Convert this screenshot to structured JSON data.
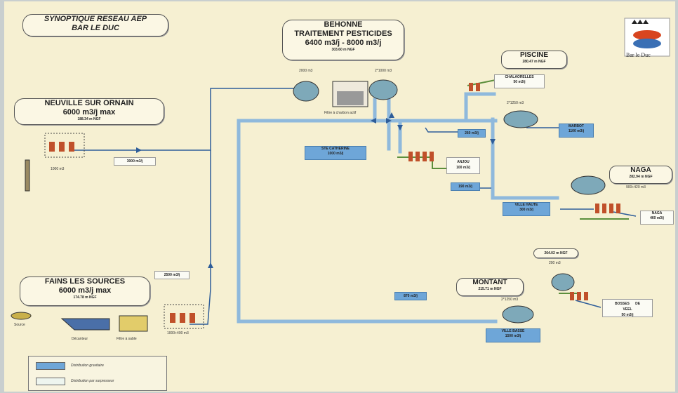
{
  "title": {
    "line1": "SYNOPTIQUE RESEAU AEP",
    "line2": "BAR LE DUC"
  },
  "logo": {
    "text": "Bar le Duc"
  },
  "sites": {
    "behonne": {
      "name": "BEHONNE",
      "line2": "TRAITEMENT PESTICIDES",
      "capacity": "6400 m3/j - 8000 m3/j",
      "alt": "303.60 m NGF"
    },
    "neuville": {
      "name": "NEUVILLE SUR ORNAIN",
      "capacity": "6000 m3/j max",
      "alt": "188.34 m NGF"
    },
    "fains": {
      "name": "FAINS LES SOURCES",
      "capacity": "6000 m3/j max",
      "alt": "174.78 m NGF"
    },
    "piscine": {
      "name": "PISCINE",
      "alt": "280.47 m NGF"
    },
    "naga": {
      "name": "NAGA",
      "alt": "282.94 m NGF"
    },
    "montant": {
      "name": "MONTANT",
      "alt": "215.71 m NGF"
    },
    "montant_top": {
      "alt": "264.02 m NGF"
    }
  },
  "flows": {
    "neuville_out": "3000 m3/j",
    "fains_out": "2500 m3/j",
    "left_870": "870 m3/j",
    "f260": "260 m3/j",
    "f190": "190 m3/j"
  },
  "consumers": {
    "chalaorelles": {
      "line1": "CHALAORELLES",
      "line2": "50 m3/j"
    },
    "marbot": {
      "line1": "MARBOT",
      "line2": "1100 m3/j"
    },
    "ste_catherine": {
      "line1": "STE CATHERINE",
      "line2": "1000 m3/j"
    },
    "anjou": {
      "line1": "ANJOU",
      "line2": "100 m3/j"
    },
    "ville_haute": {
      "line1": "VILLE HAUTE",
      "line2": "300 m3/j"
    },
    "naga_out": {
      "line1": "NAGA",
      "line2": "460 m3/j"
    },
    "bosses": {
      "line1": "BOSSES      DE",
      "line2": "VEEL",
      "line3": "50 m3/j"
    },
    "ville_basse": {
      "line1": "VILLE BASSE",
      "line2": "1500 m3/j"
    }
  },
  "captions": {
    "behonne_tank_left": "2000 m3",
    "behonne_tank_right": "2*1000 m3",
    "filtre_charbon": "Filtre à charbon actif",
    "neuville_tank": "1000 m3",
    "piscine_tank": "2*1250 m3",
    "naga_tank": "900+420 m3",
    "montant_tank": "2*1250 m3",
    "montant_top_tank": "200 m3",
    "fains_tank": "1000+400 m3",
    "source": "Source",
    "decanteur": "Décanteur",
    "filtre_sable": "Filtre à sable"
  },
  "legend": [
    {
      "label": "Distribution gravitaire",
      "color": "#6ea6d8"
    },
    {
      "label": "Distribution par surpresseur",
      "color": "#eef5ef"
    }
  ],
  "colors": {
    "pipe": "#8fb9dc",
    "pipe_dark": "#2e5d99",
    "pump": "#c0502a",
    "water": "#6aa0d0"
  }
}
